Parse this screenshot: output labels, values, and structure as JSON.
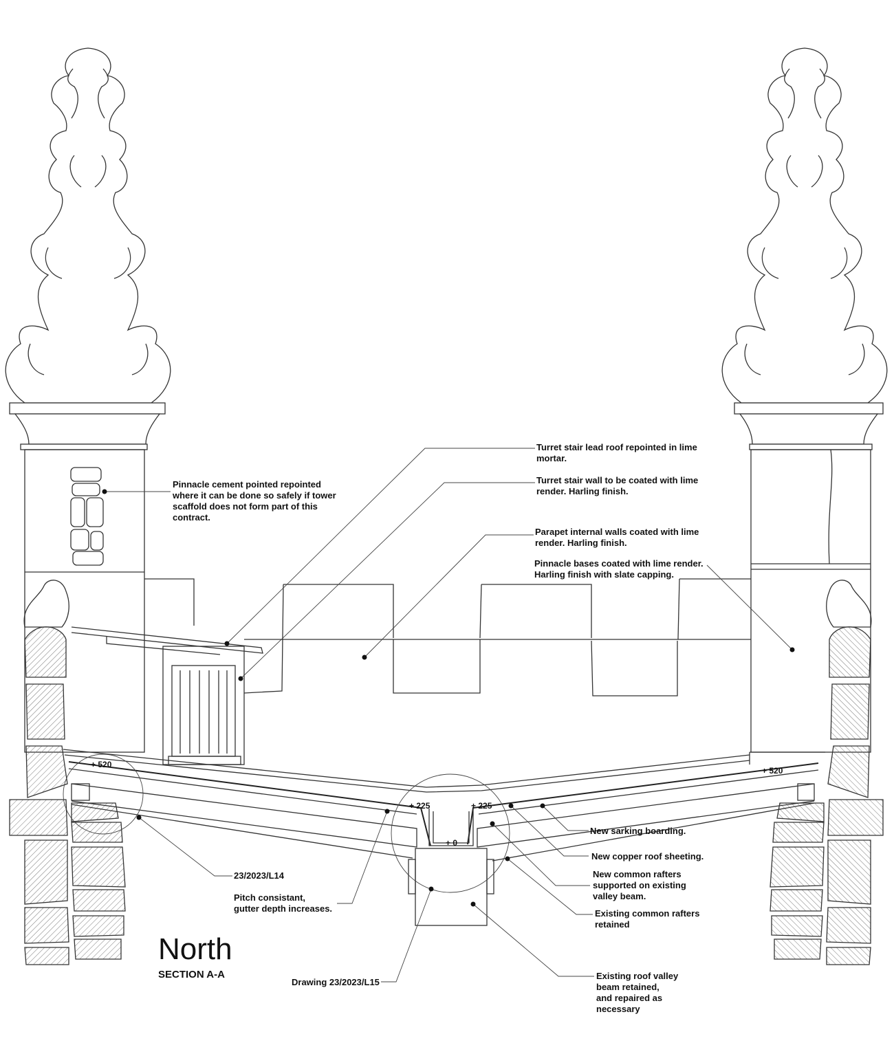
{
  "title": "North",
  "subtitle": "SECTION A-A",
  "levels": {
    "left_eaves": "+ 520",
    "right_eaves": "+ 520",
    "gutter_left": "+ 225",
    "gutter_right": "+ 225",
    "valley": "+ 0"
  },
  "notes": {
    "pinnacle_pointing": [
      "Pinnacle cement pointed repointed",
      "where it can be done so safely if tower",
      "scaffold does not form part of this",
      "contract."
    ],
    "turret_roof": [
      "Turret stair lead roof repointed in lime",
      "mortar."
    ],
    "turret_wall": [
      "Turret stair wall to be coated with lime",
      "render. Harling finish."
    ],
    "parapet_walls": [
      "Parapet internal walls coated with lime",
      "render. Harling finish."
    ],
    "pinnacle_bases": [
      "Pinnacle bases coated with lime render.",
      "Harling finish with slate capping."
    ],
    "sarking": [
      "New sarking boarding."
    ],
    "copper": [
      "New copper roof sheeting."
    ],
    "new_rafters": [
      "New common rafters",
      "supported on existing",
      "valley beam."
    ],
    "existing_rafters": [
      "Existing common rafters",
      "retained"
    ],
    "valley_beam": [
      "Existing roof valley",
      "beam retained,",
      "and repaired as",
      "necessary"
    ],
    "ref_l14": [
      "23/2023/L14"
    ],
    "pitch": [
      "Pitch consistant,",
      "gutter depth increases."
    ],
    "ref_l15": [
      "Drawing 23/2023/L15"
    ]
  }
}
